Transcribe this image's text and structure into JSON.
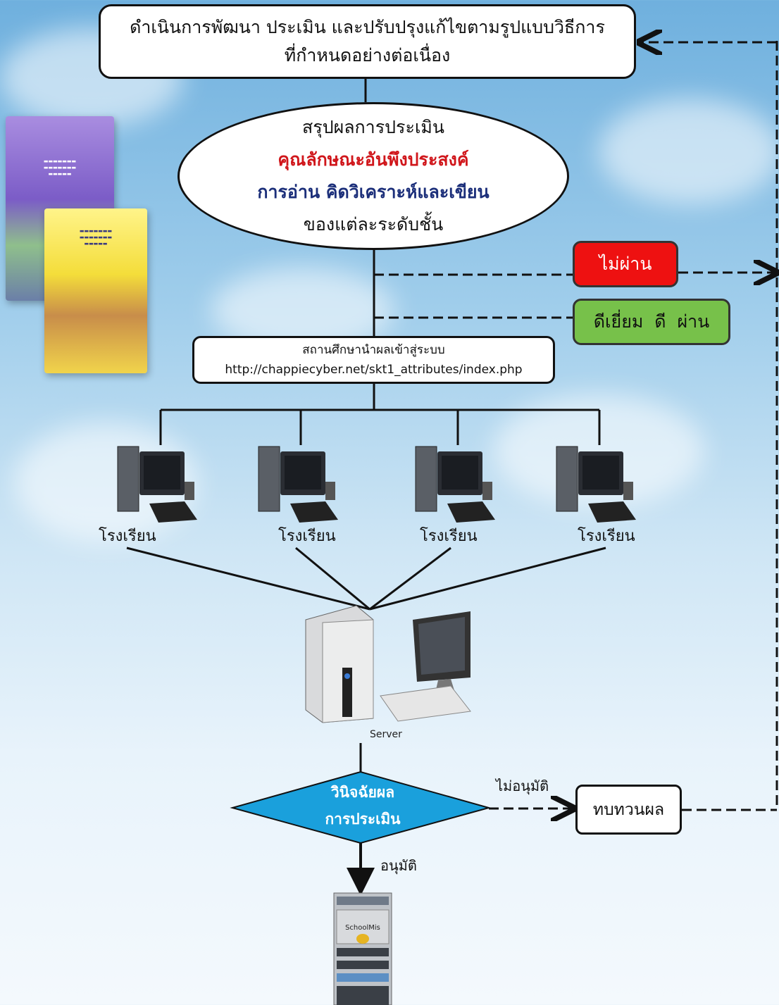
{
  "top_box": {
    "line1": "ดำเนินการพัฒนา ประเมิน และปรับปรุงแก้ไขตามรูปแบบวิธีการ",
    "line2": "ที่กำหนดอย่างต่อเนื่อง"
  },
  "ellipse": {
    "line1": "สรุปผลการประเมิน",
    "line2": "คุณลักษณะอันพึงประสงค์",
    "line3": "การอ่าน คิดวิเคราะห์และเขียน",
    "line4": "ของแต่ละระดับชั้น"
  },
  "fail_label": "ไม่ผ่าน",
  "pass_label": "ดีเยี่ยม ดี ผ่าน",
  "school_box": {
    "line1": "สถานศึกษานำผลเข้าสู่ระบบ",
    "line2": "http://chappiecyber.net/skt1_attributes/index.php"
  },
  "schools": [
    "โรงเรียน",
    "โรงเรียน",
    "โรงเรียน",
    "โรงเรียน"
  ],
  "server_label": "Server",
  "diamond": {
    "line1": "วินิจฉัยผล",
    "line2": "การประเมิน"
  },
  "not_approved": "ไม่อนุมัติ",
  "approved": "อนุมัติ",
  "review_label": "ทบทวนผล",
  "mis_label": "SchoolMis",
  "colors": {
    "fail": "#ee1111",
    "pass": "#77c14a",
    "diamond": "#1aa0dc",
    "title_red": "#d0161b",
    "title_blue": "#1c2f7a"
  }
}
